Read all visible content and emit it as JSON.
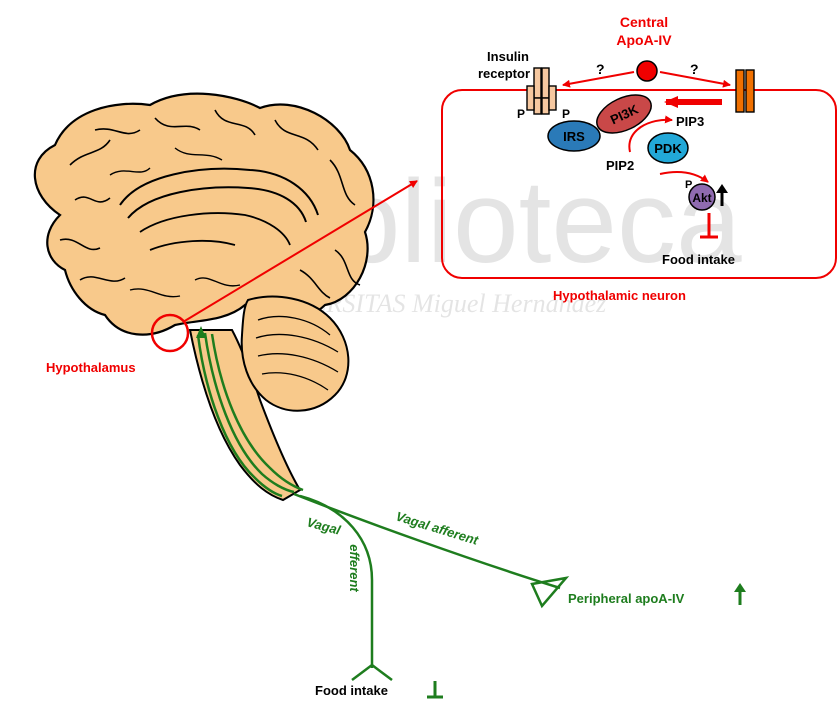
{
  "watermark": {
    "main": "Biblioteca",
    "sub": "UNIVERSITAS Miguel Hernández"
  },
  "labels": {
    "central": "Central",
    "apoa_iv": "ApoA-IV",
    "insulin": "Insulin",
    "receptor": "receptor",
    "question_left": "?",
    "question_right": "?",
    "p_left": "P",
    "p_right": "P",
    "irs": "IRS",
    "pi3k": "PI3K",
    "pip3": "PIP3",
    "pdk": "PDK",
    "pip2": "PIP2",
    "p_akt": "P",
    "akt": "Akt",
    "food_intake_neuron": "Food intake",
    "hypothalamic_neuron": "Hypothalamic neuron",
    "hypothalamus": "Hypothalamus",
    "vagal_afferent": "Vagal afferent",
    "vagal": "Vagal",
    "efferent": "efferent",
    "peripheral_apoa_iv": "Peripheral apoA-IV",
    "food_intake_bottom": "Food intake"
  },
  "colors": {
    "red": "#f00000",
    "green": "#1e7d1e",
    "brain_fill": "#f8c98b",
    "receptor_fill": "#f6c8a0",
    "orange_receptor": "#f07000",
    "irs_fill": "#2a7ab8",
    "pi3k_fill": "#c94848",
    "pdk_fill": "#22a8d8",
    "akt_fill": "#8f6bb0"
  }
}
